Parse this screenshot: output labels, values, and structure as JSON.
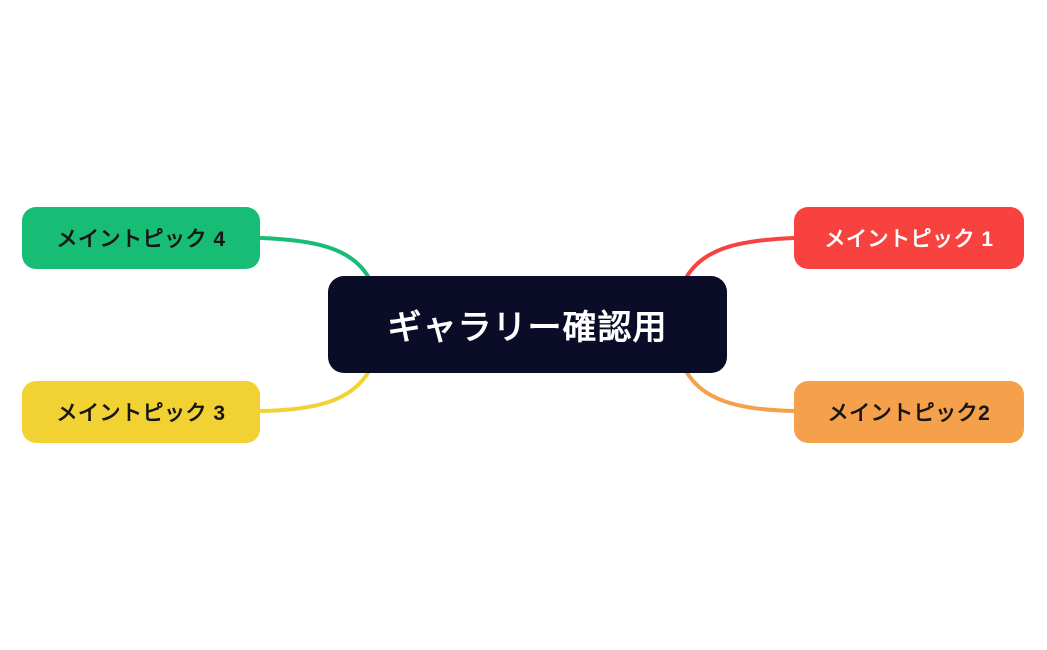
{
  "canvas": {
    "background": "#ffffff",
    "type": "mindmap"
  },
  "center": {
    "label": "ギャラリー確認用",
    "bg": "#0a0c28",
    "text_color": "#ffffff"
  },
  "topics": [
    {
      "id": 1,
      "label": "メイントピック 1",
      "bg": "#f8423f",
      "text_color": "#ffffff",
      "position": "top-right"
    },
    {
      "id": 2,
      "label": "メイントピック2",
      "bg": "#f5a04b",
      "text_color": "#161616",
      "position": "bottom-right"
    },
    {
      "id": 3,
      "label": "メイントピック 3",
      "bg": "#f2d233",
      "text_color": "#161616",
      "position": "bottom-left"
    },
    {
      "id": 4,
      "label": "メイントピック 4",
      "bg": "#17bd74",
      "text_color": "#161616",
      "position": "top-left"
    }
  ]
}
